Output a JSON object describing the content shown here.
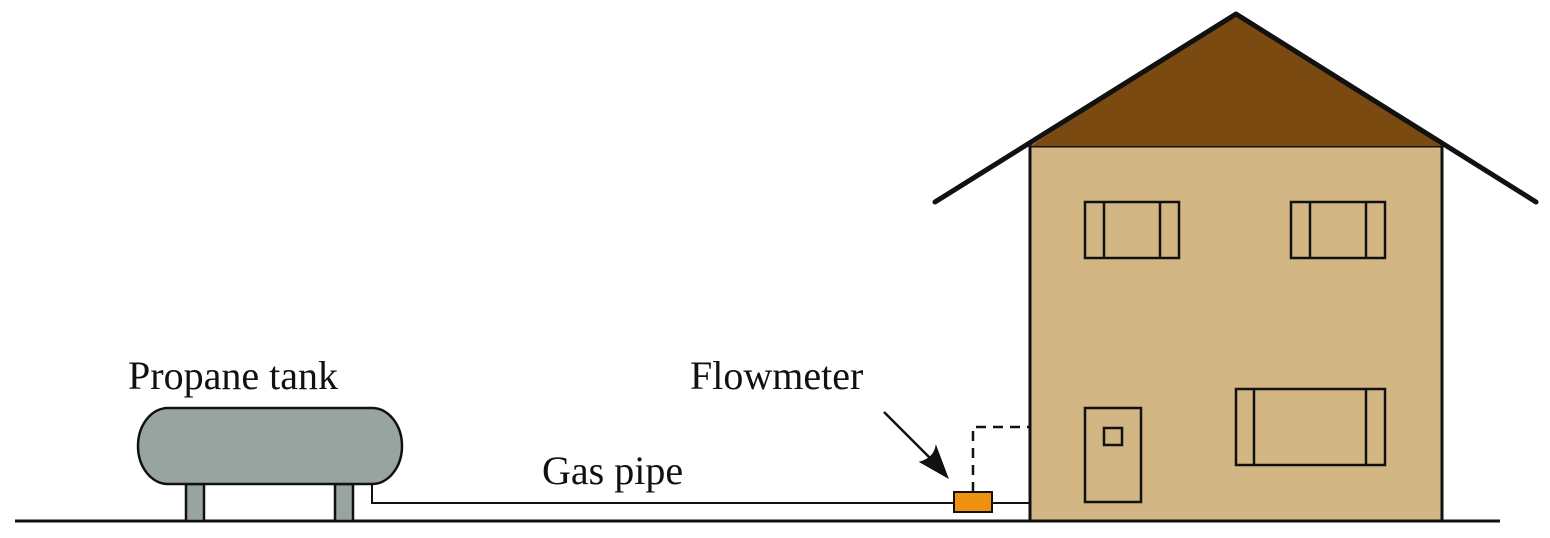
{
  "labels": {
    "propane_tank": "Propane tank",
    "flowmeter": "Flowmeter",
    "gas_pipe": "Gas pipe"
  },
  "colors": {
    "tank_fill": "#98a49f",
    "roof_fill": "#7b4a10",
    "wall_fill": "#d2b784",
    "flowmeter_fill": "#f0900f",
    "line": "#111111"
  }
}
